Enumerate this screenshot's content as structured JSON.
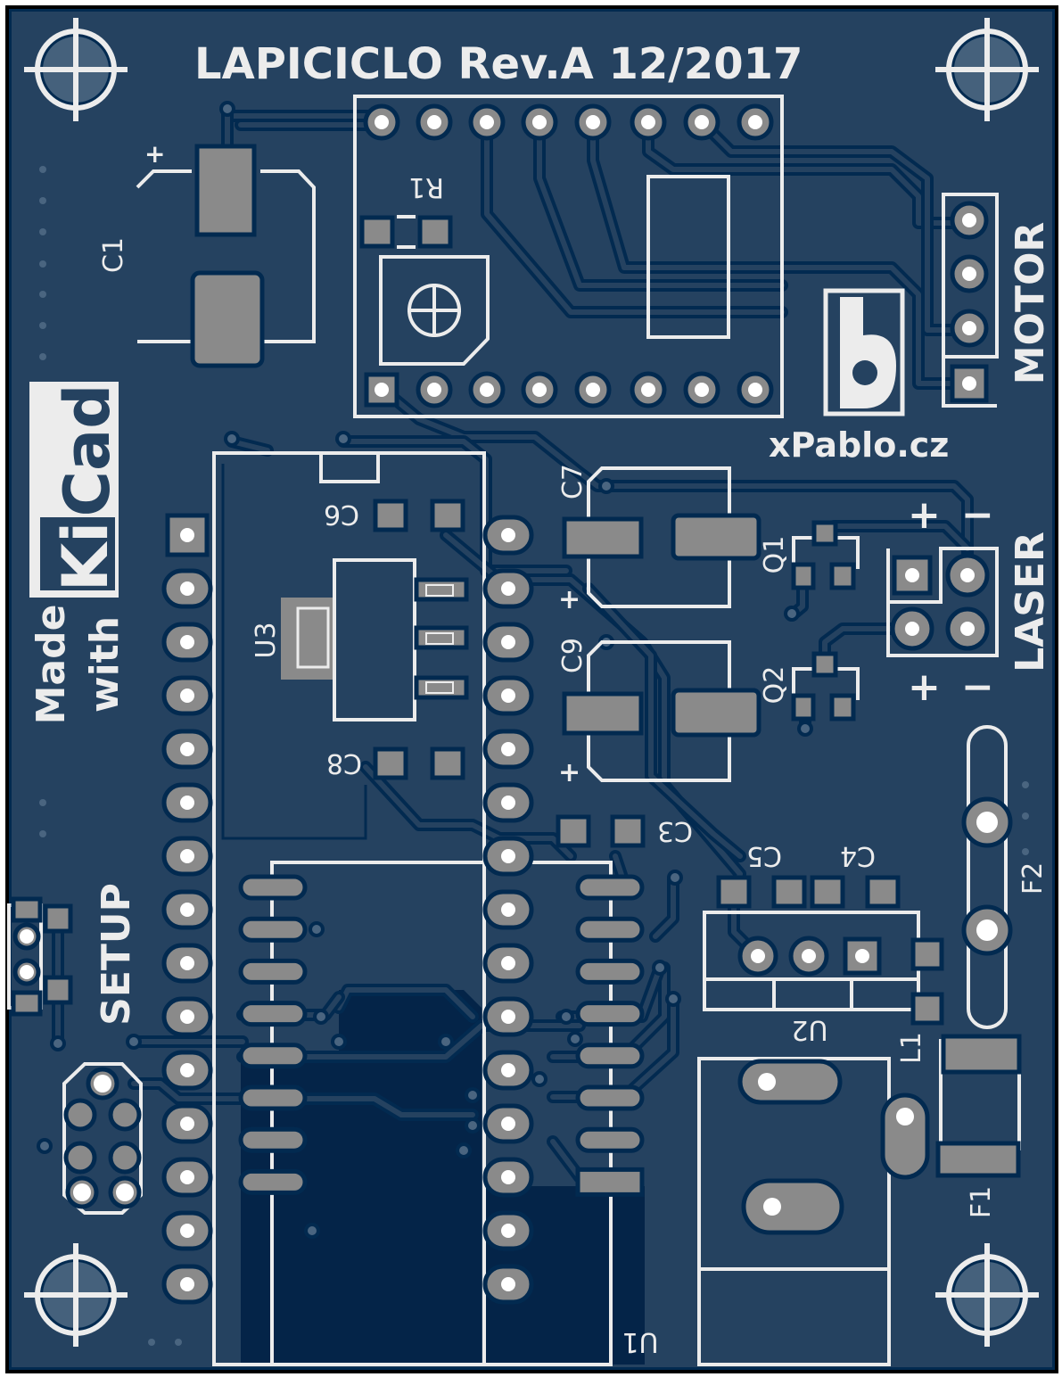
{
  "board": {
    "title": "LAPICICLO  Rev.A 12/2017",
    "author": "xPablo.cz",
    "colors": {
      "board": "#254260",
      "copper_outline": "#022a50",
      "pad": "#8a8a8a",
      "silkscreen": "#ececec",
      "zone": "#042448"
    }
  },
  "logo": {
    "made": "Made",
    "with": "with",
    "kicad": "KiCad"
  },
  "connectors": {
    "motor": "MOTOR",
    "laser": "LASER",
    "setup": "SETUP",
    "plus": "+",
    "minus": "−"
  },
  "refs": {
    "C1": "C1",
    "R1": "R1",
    "C7": "C7",
    "C9": "C9",
    "C6": "C6",
    "C8": "C8",
    "C3": "C3",
    "C5": "C5",
    "C4": "C4",
    "Q1": "Q1",
    "Q2": "Q2",
    "U3": "U3",
    "U2": "U2",
    "U1": "U1",
    "L1": "L1",
    "F1": "F1",
    "F2": "F2"
  },
  "icons": {
    "mounting_hole": "crosshair-circle-icon",
    "author_logo": "b-logo-icon"
  }
}
